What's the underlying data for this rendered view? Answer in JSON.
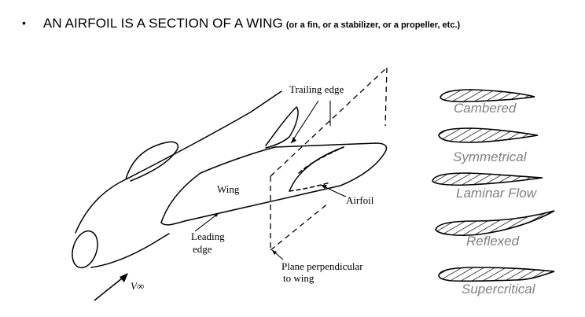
{
  "header": {
    "bullet": "•",
    "title": "AN AIRFOIL IS A SECTION OF A WING",
    "subtitle": "(or a fin, or a stabilizer, or a propeller, etc.)"
  },
  "aircraft_diagram": {
    "labels": {
      "trailing_edge": "Trailing edge",
      "wing": "Wing",
      "airfoil": "Airfoil",
      "leading_edge_line1": "Leading",
      "leading_edge_line2": "edge",
      "plane_line1": "Plane perpendicular",
      "plane_line2": "to wing",
      "velocity": "V∞"
    }
  },
  "airfoil_types": [
    {
      "label": "Cambered"
    },
    {
      "label": "Symmetrical"
    },
    {
      "label": "Laminar Flow"
    },
    {
      "label": "Reflexed"
    },
    {
      "label": "Supercritical"
    }
  ],
  "colors": {
    "type_label": "#808080",
    "line": "#000000"
  }
}
